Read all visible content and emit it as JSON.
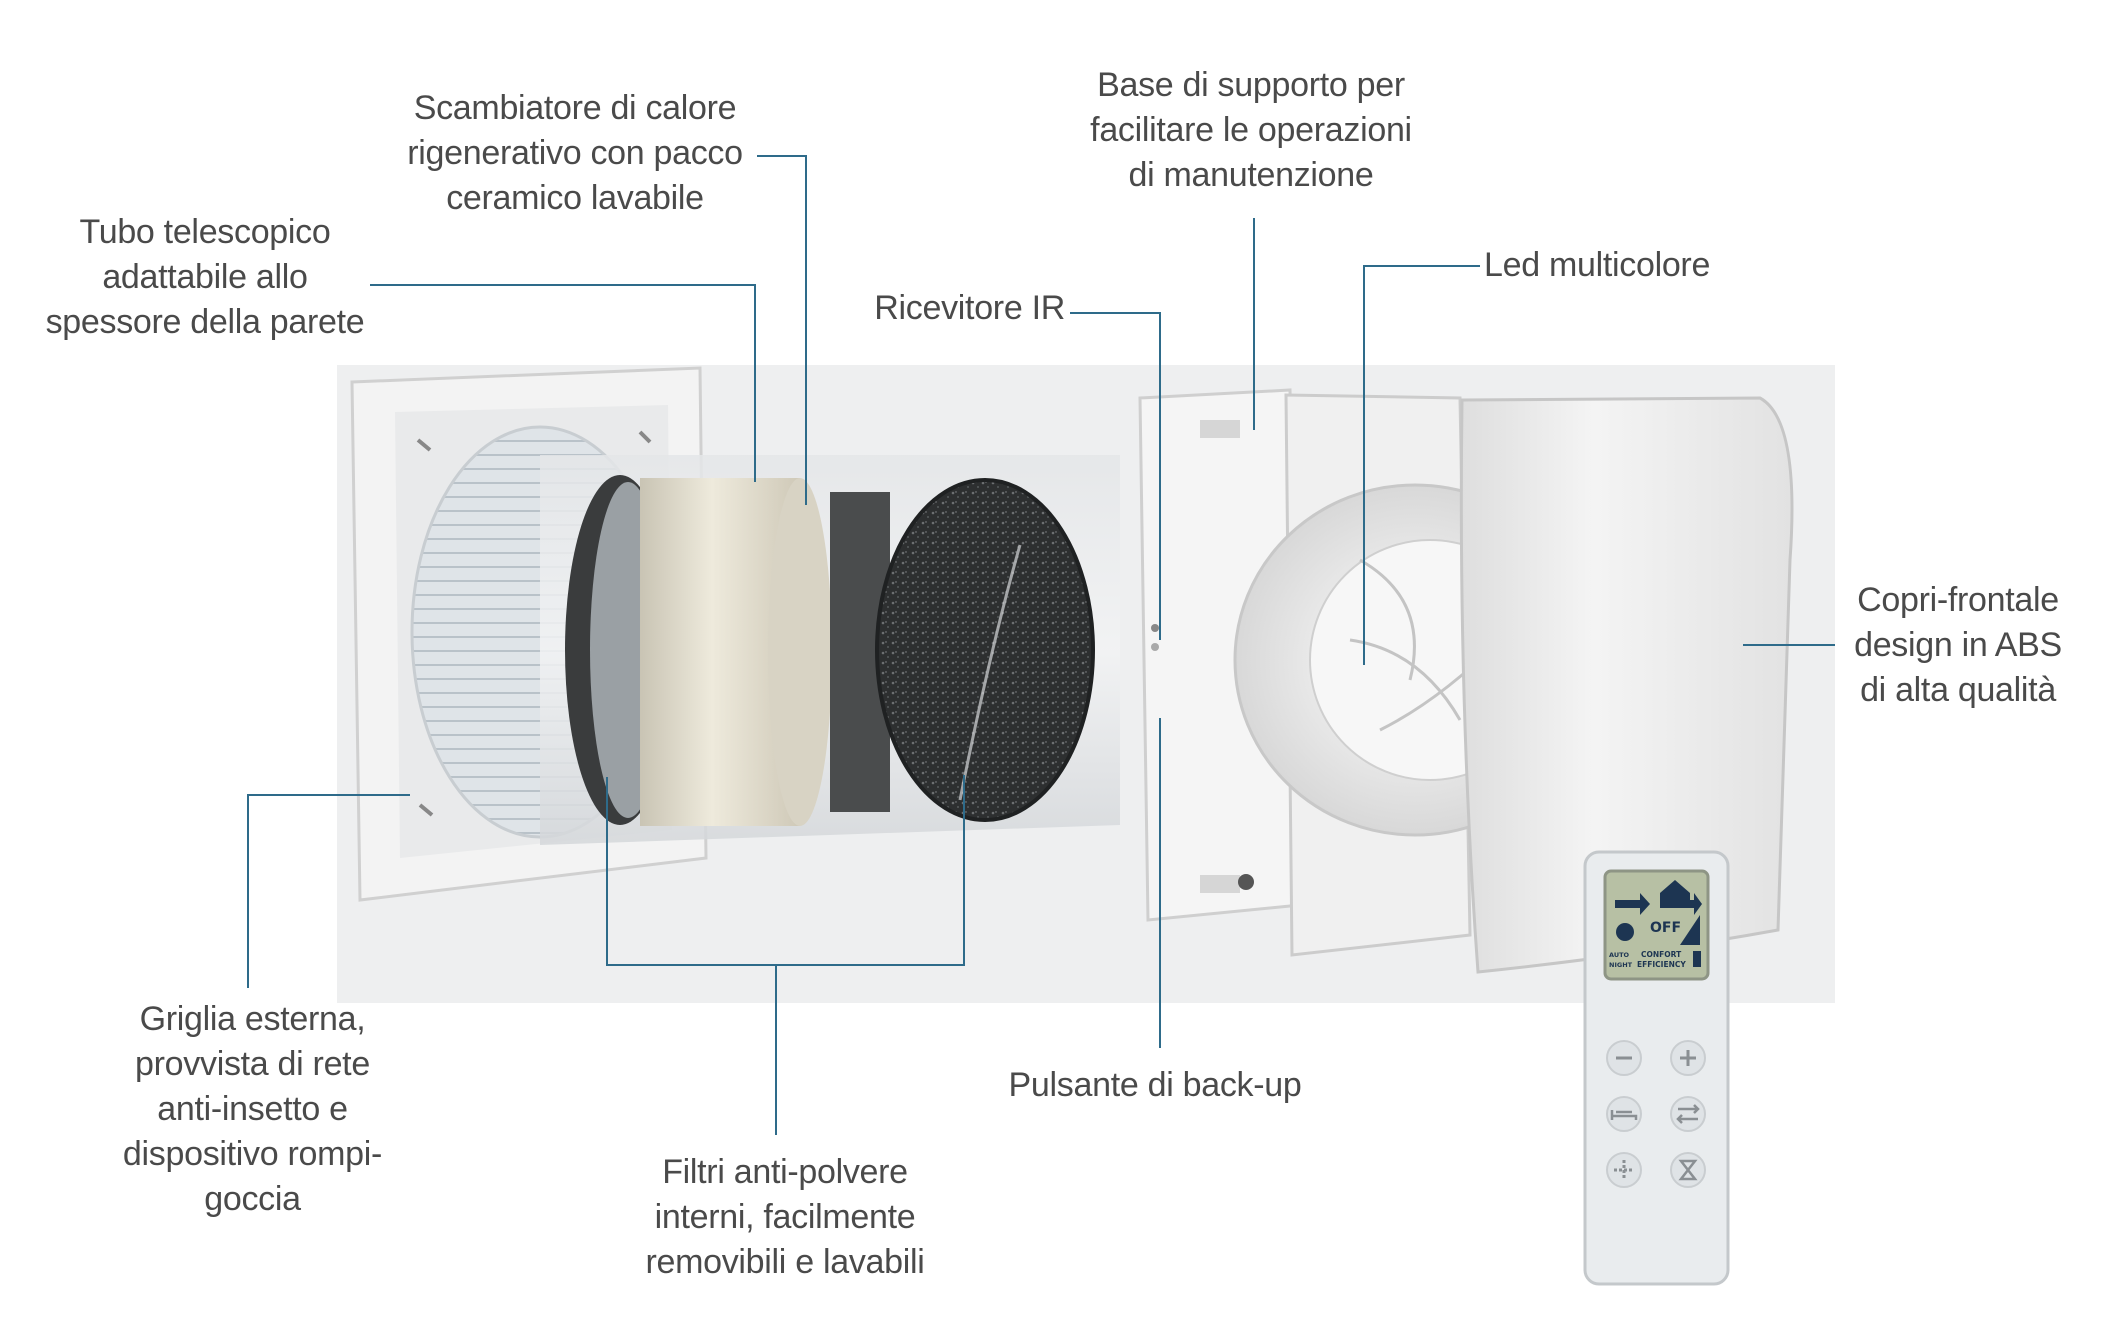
{
  "callouts": {
    "scambiatore": "Scambiatore di calore\nrigenerativo con pacco\nceramico lavabile",
    "base": "Base di supporto per\nfacilitare le operazioni\ndi manutenzione",
    "tubo": "Tubo telescopico\nadattabile allo\nspessore della parete",
    "ricevitore": "Ricevitore IR",
    "led": "Led multicolore",
    "copri": "Copri-frontale\ndesign in ABS\ndi alta qualità",
    "griglia": "Griglia esterna,\nprovvista di rete\nanti-insetto e\ndispositivo rompi-\ngoccia",
    "filtri": "Filtri  anti-polvere\ninterni,  facilmente\nremovibili e lavabili",
    "pulsante": "Pulsante di back-up"
  },
  "remote": {
    "lcd_off": "OFF",
    "lcd_comfort": "CONFORT",
    "lcd_efficiency": "EFFICIENCY",
    "lcd_mode": "AUTO\nNIGHT"
  },
  "colors": {
    "leader_line": "#2e6b8a",
    "text": "#4a4a4a"
  }
}
